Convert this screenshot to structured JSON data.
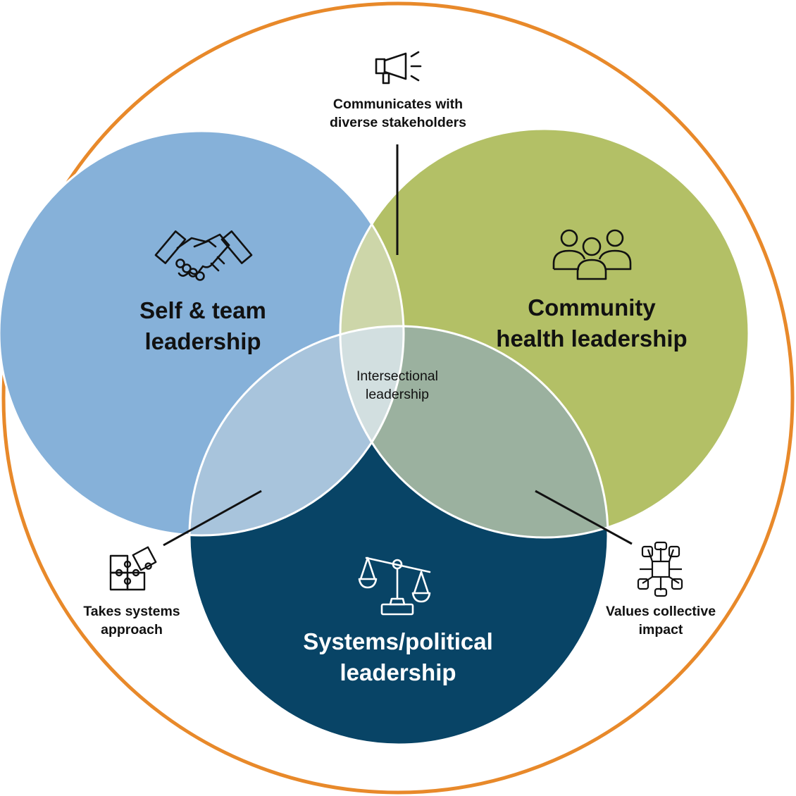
{
  "colors": {
    "outer_ring": "#E8892A",
    "self_team": "#86B1D9",
    "community": "#B3C066",
    "systems": "#084466",
    "lens_self_community": "#CDD6A9",
    "lens_self_systems": "#A8C4DC",
    "lens_community_systems": "#9BB19F",
    "center": "#D2DFE0",
    "outline": "#ffffff",
    "connector": "#111111"
  },
  "circles": {
    "self_team": {
      "line1": "Self & team",
      "line2": "leadership",
      "icon": "handshake-icon"
    },
    "community": {
      "line1": "Community",
      "line2": "health leadership",
      "icon": "people-group-icon"
    },
    "systems": {
      "line1": "Systems/political",
      "line2": "leadership",
      "icon": "scales-icon"
    }
  },
  "center": {
    "line1": "Intersectional",
    "line2": "leadership"
  },
  "callouts": {
    "top": {
      "line1": "Communicates with",
      "line2": "diverse stakeholders",
      "icon": "megaphone-icon"
    },
    "left": {
      "line1": "Takes systems",
      "line2": "approach",
      "icon": "puzzle-icon"
    },
    "right": {
      "line1": "Values collective",
      "line2": "impact",
      "icon": "joined-hands-icon"
    }
  }
}
